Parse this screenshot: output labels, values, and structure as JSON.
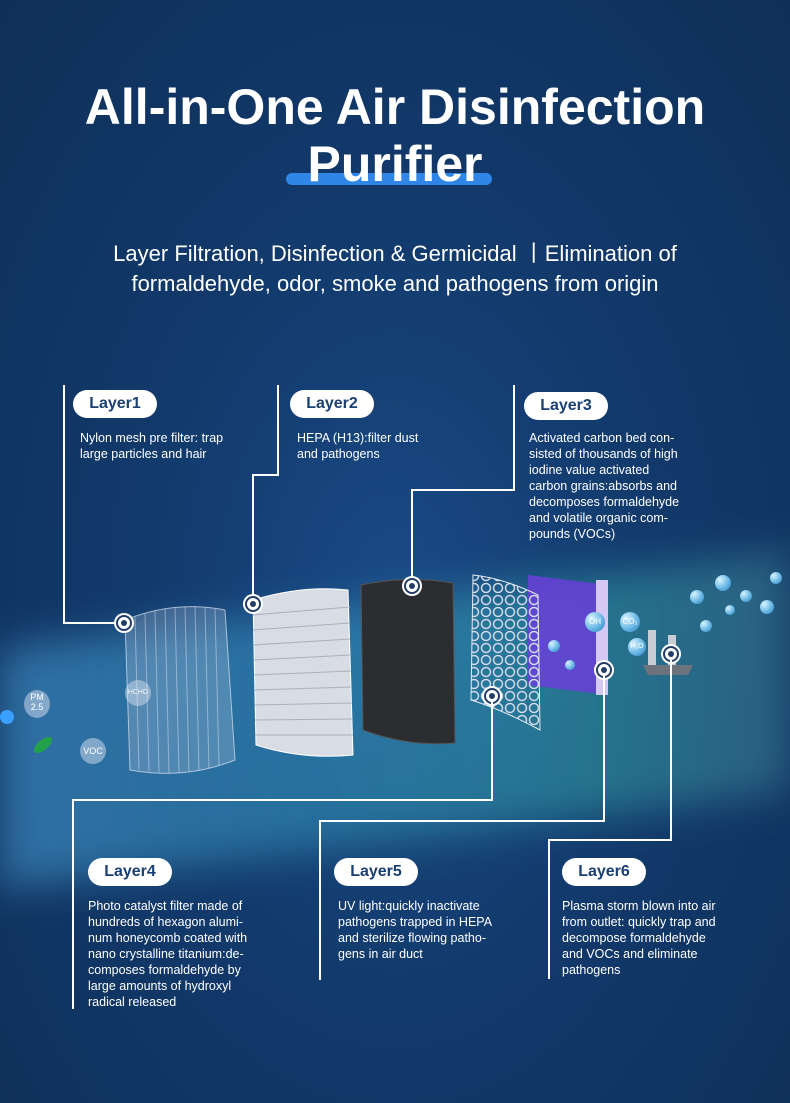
{
  "header": {
    "title_line1": "All-in-One Air Disinfection",
    "title_line2": "Purifier",
    "subtitle_line1": "Layer Filtration, Disinfection & Germicidal  丨Elimination of",
    "subtitle_line2": "formaldehyde, odor, smoke and pathogens from origin"
  },
  "layers": [
    {
      "label": "Layer1",
      "text": [
        "Nylon mesh pre filter: trap",
        "large particles and hair"
      ]
    },
    {
      "label": "Layer2",
      "text": [
        "HEPA (H13):filter dust",
        "and pathogens"
      ]
    },
    {
      "label": "Layer3",
      "text": [
        "Activated carbon bed con-",
        "sisted of thousands of high",
        "iodine value activated",
        "carbon grains:absorbs and",
        "decomposes formaldehyde",
        "and volatile organic com-",
        "pounds (VOCs)"
      ]
    },
    {
      "label": "Layer4",
      "text": [
        "Photo catalyst filter made of",
        "hundreds of hexagon alumi-",
        "num honeycomb coated with",
        "nano crystalline titanium:de-",
        "composes formaldehyde by",
        "large amounts of hydroxyl",
        "radical released"
      ]
    },
    {
      "label": "Layer5",
      "text": [
        "UV light:quickly inactivate",
        "pathogens trapped in HEPA",
        "and sterilize flowing patho-",
        "gens in air duct"
      ]
    },
    {
      "label": "Layer6",
      "text": [
        "Plasma storm blown into air",
        "from outlet: quickly trap and",
        "decompose formaldehyde",
        "and VOCs and eliminate",
        "pathogens"
      ]
    }
  ],
  "particles": {
    "pm": "PM 2.5",
    "voc": "VOC",
    "hcho": "HCHO",
    "oh": "OH",
    "co2": "CO₂",
    "h2o": "H₂O"
  },
  "colors": {
    "background": "#123a6c",
    "accent": "#2f86e6",
    "badge_text": "#1a3f72"
  }
}
